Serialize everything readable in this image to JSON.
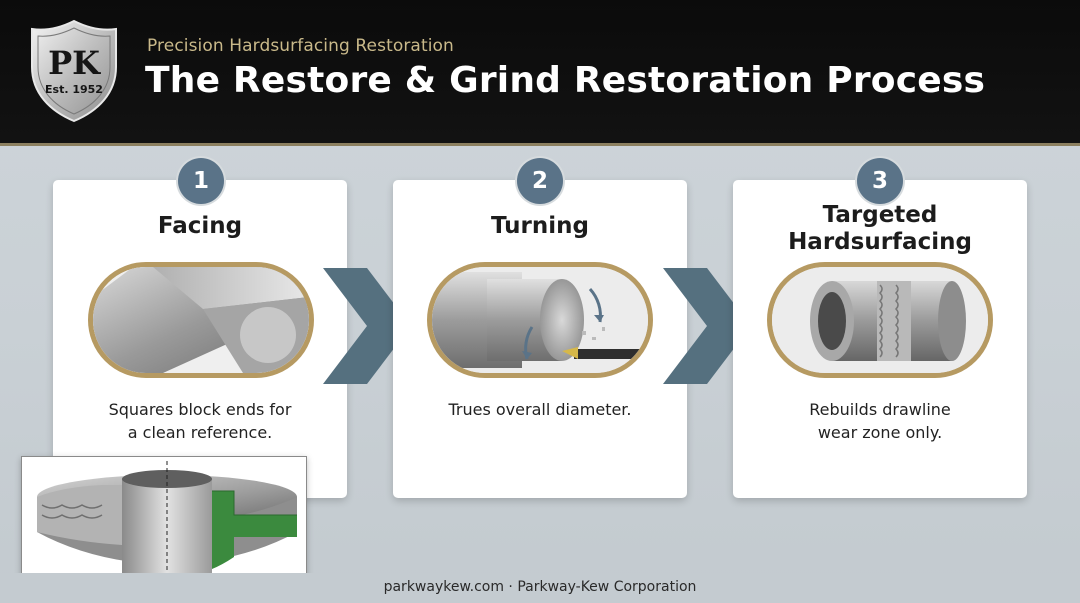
{
  "header": {
    "subtitle": "Precision Hardsurfacing Restoration",
    "title": "The Restore & Grind Restoration Process",
    "logo": {
      "letters": "PK",
      "established": "Est. 1952"
    }
  },
  "steps": [
    {
      "number": "1",
      "title_lines": [
        "Facing"
      ],
      "description_lines": [
        "Squares block ends for",
        "a clean reference."
      ],
      "icon": "square-block-end-image"
    },
    {
      "number": "2",
      "title_lines": [
        "Turning"
      ],
      "description_lines": [
        "Trues overall diameter."
      ],
      "icon": "turning-lathe-image"
    },
    {
      "number": "3",
      "title_lines": [
        "Targeted",
        "Hardsurfacing"
      ],
      "description_lines": [
        "Rebuilds drawline",
        "wear zone only."
      ],
      "icon": "hardsurfaced-ring-image"
    }
  ],
  "inset": {
    "icon": "ring-cross-section-image"
  },
  "footer": {
    "text": "parkwaykew.com · Parkway-Kew Corporation"
  },
  "colors": {
    "header_bg": "#0b0b0b",
    "accent_gold": "#c9b98a",
    "pill_border": "#b69a62",
    "badge": "#5a7388",
    "chevron": "#55707f",
    "hardsurface_green": "#3b8a3e"
  }
}
